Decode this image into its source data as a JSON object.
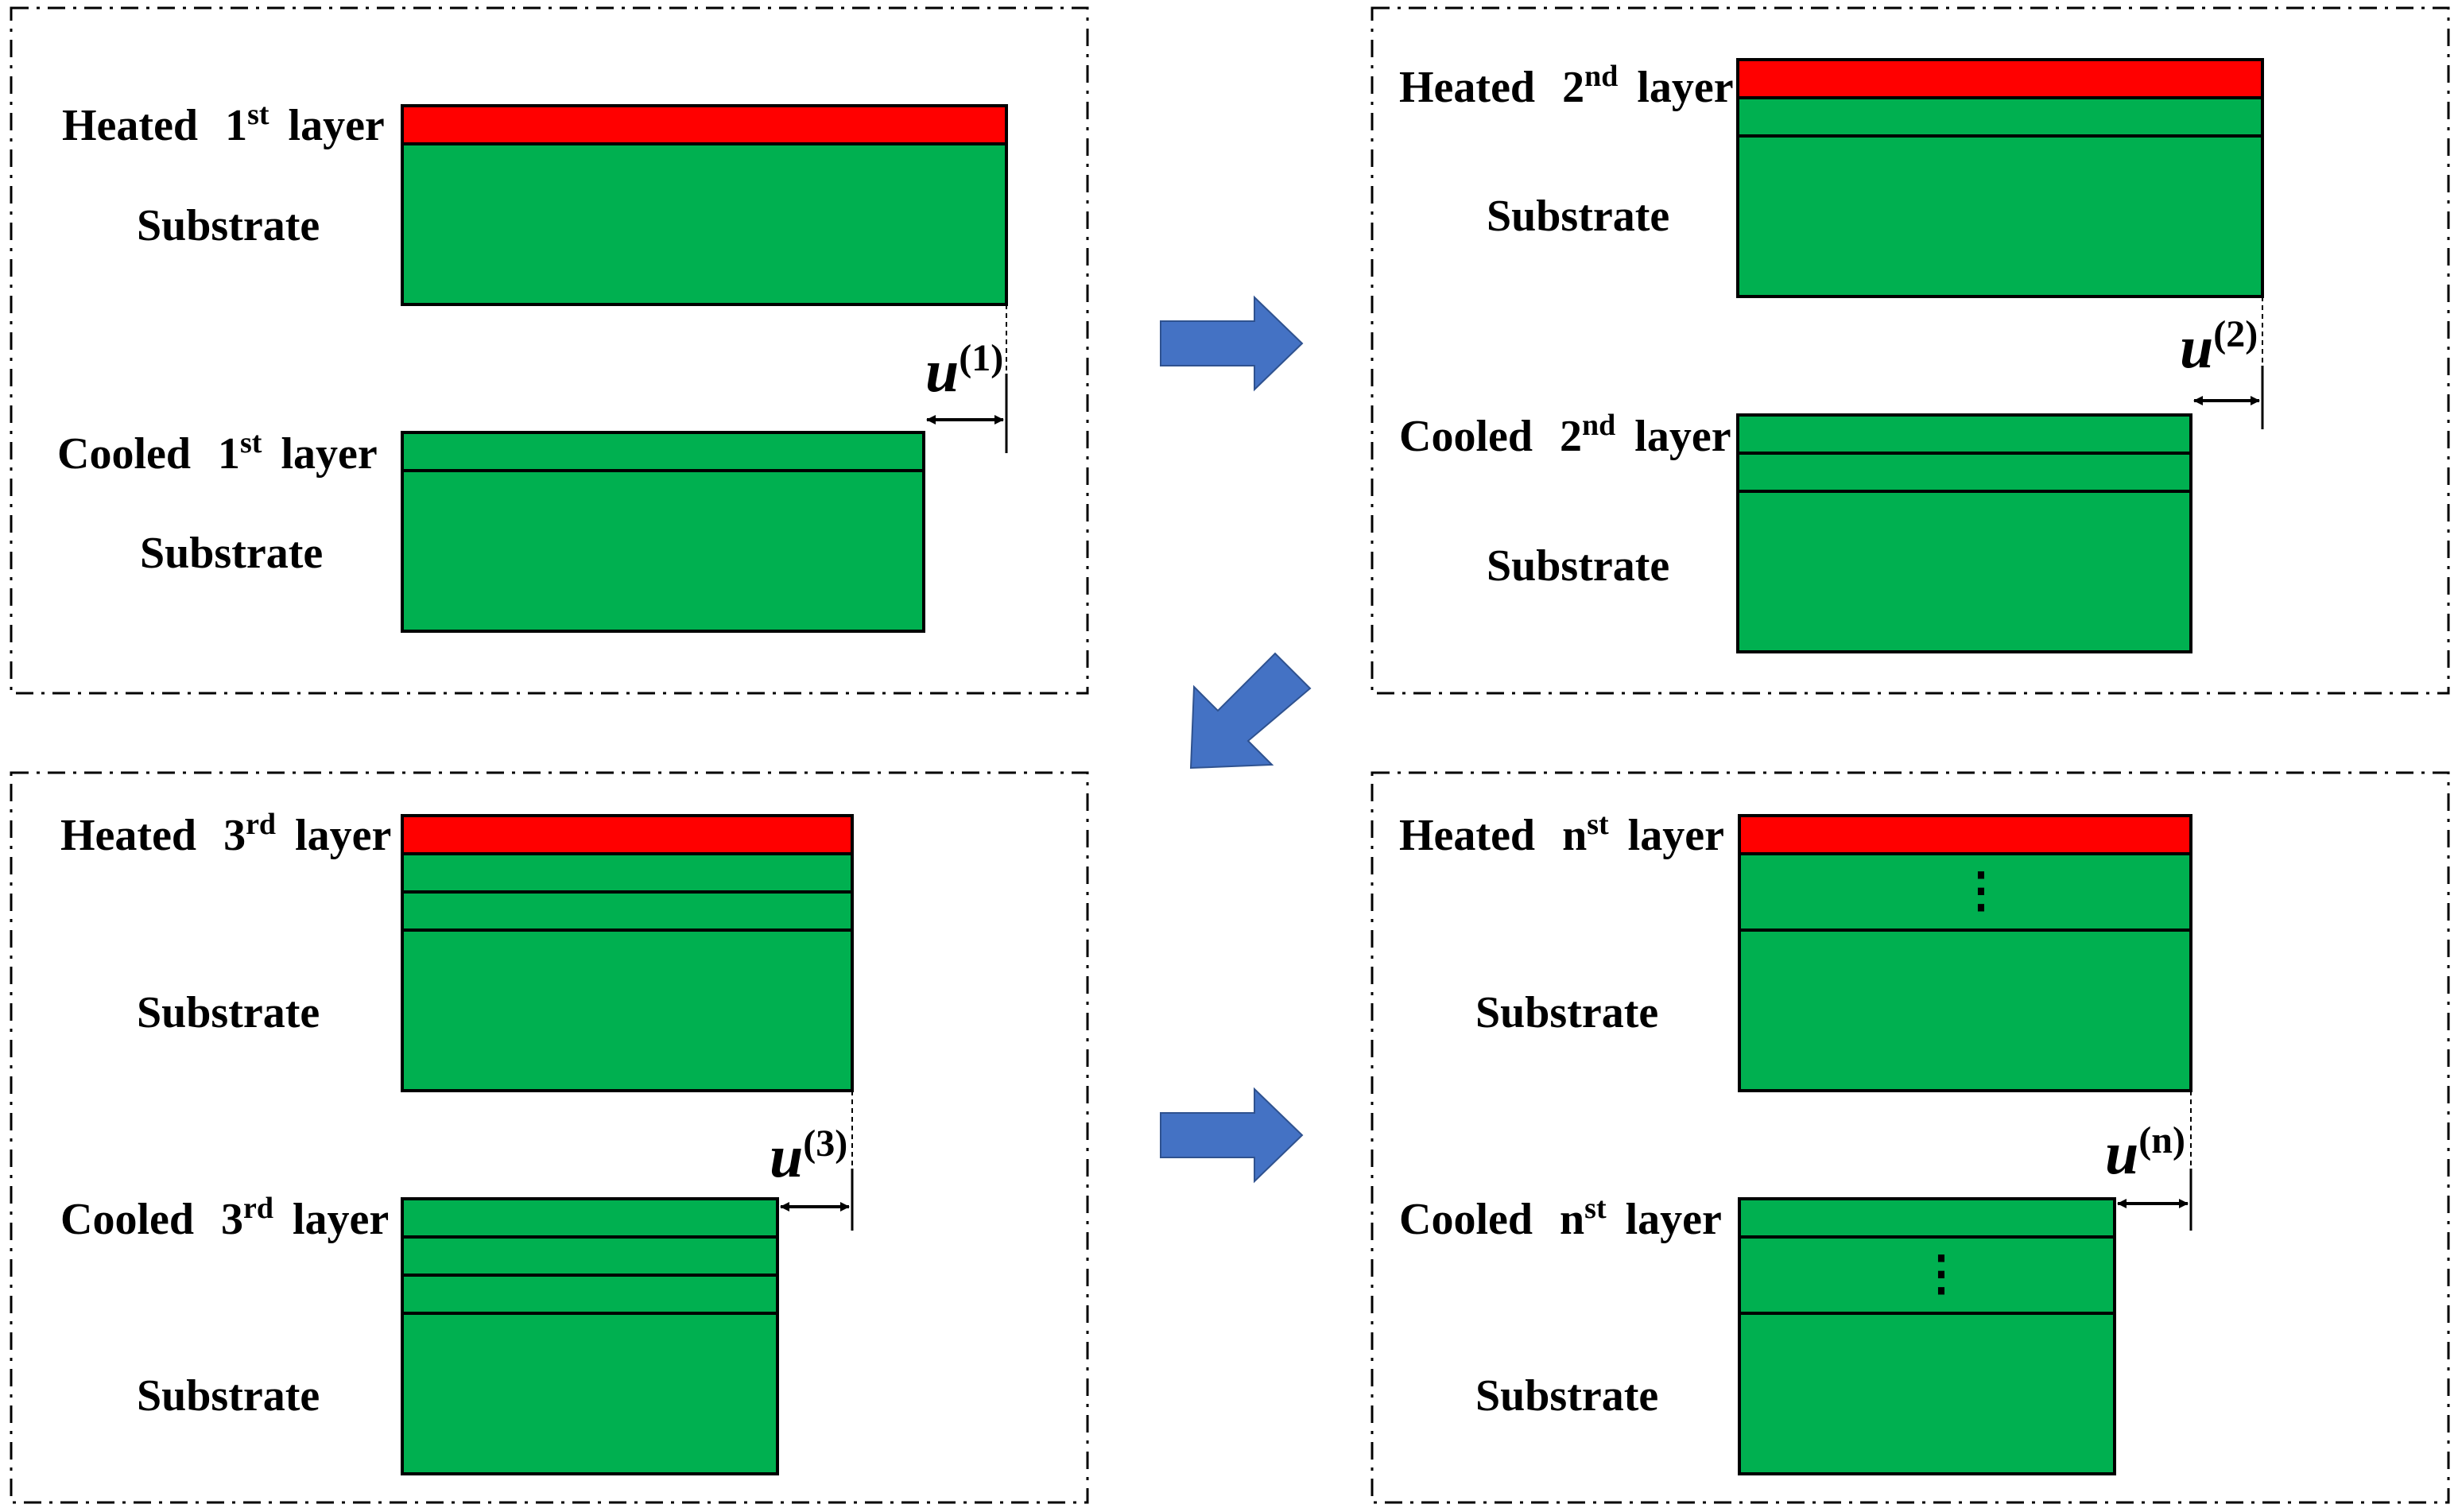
{
  "colors": {
    "heated_layer": "#ff0000",
    "substrate": "#00b050",
    "arrow": "#4472c4",
    "outline": "#000000"
  },
  "panels": [
    {
      "heated_prefix": "Heated",
      "heated_ordinal": "1",
      "heated_suffix": "st",
      "heated_word": "layer",
      "cooled_prefix": "Cooled",
      "cooled_ordinal": "1",
      "cooled_suffix": "st",
      "cooled_word": "layer",
      "substrate_top": "Substrate",
      "substrate_bottom": "Substrate",
      "u_symbol": "u",
      "u_index": "(1)"
    },
    {
      "heated_prefix": "Heated",
      "heated_ordinal": "2",
      "heated_suffix": "nd",
      "heated_word": "layer",
      "cooled_prefix": "Cooled",
      "cooled_ordinal": "2",
      "cooled_suffix": "nd",
      "cooled_word": "layer",
      "substrate_top": "Substrate",
      "substrate_bottom": "Substrate",
      "u_symbol": "u",
      "u_index": "(2)"
    },
    {
      "heated_prefix": "Heated",
      "heated_ordinal": "3",
      "heated_suffix": "rd",
      "heated_word": "layer",
      "cooled_prefix": "Cooled",
      "cooled_ordinal": "3",
      "cooled_suffix": "rd",
      "cooled_word": "layer",
      "substrate_top": "Substrate",
      "substrate_bottom": "Substrate",
      "u_symbol": "u",
      "u_index": "(3)"
    },
    {
      "heated_prefix": "Heated",
      "heated_ordinal": "n",
      "heated_suffix": "st",
      "heated_word": "layer",
      "cooled_prefix": "Cooled",
      "cooled_ordinal": "n",
      "cooled_suffix": "st",
      "cooled_word": "layer",
      "substrate_top": "Substrate",
      "substrate_bottom": "Substrate",
      "u_symbol": "u",
      "u_index": "(n)",
      "ellipsis": "⋮"
    }
  ]
}
